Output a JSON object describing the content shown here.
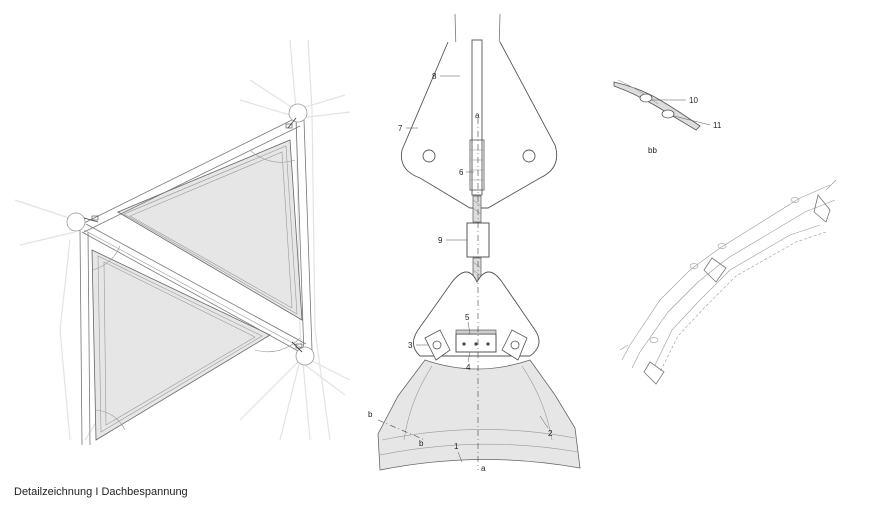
{
  "caption": "Detailzeichnung I Dachbespannung",
  "labels": {
    "n1": "1",
    "n2": "2",
    "n3": "3",
    "n4": "4",
    "n5": "5",
    "n6": "6",
    "n7": "7",
    "n8": "8",
    "n9": "9",
    "n10": "10",
    "n11": "11",
    "a_top": "a",
    "a_bottom": "a",
    "b_left": "b",
    "b_inner": "b",
    "bb": "bb"
  },
  "colors": {
    "membrane": "#e6e6e6",
    "line": "#555555",
    "faint": "#e3e3e3"
  }
}
